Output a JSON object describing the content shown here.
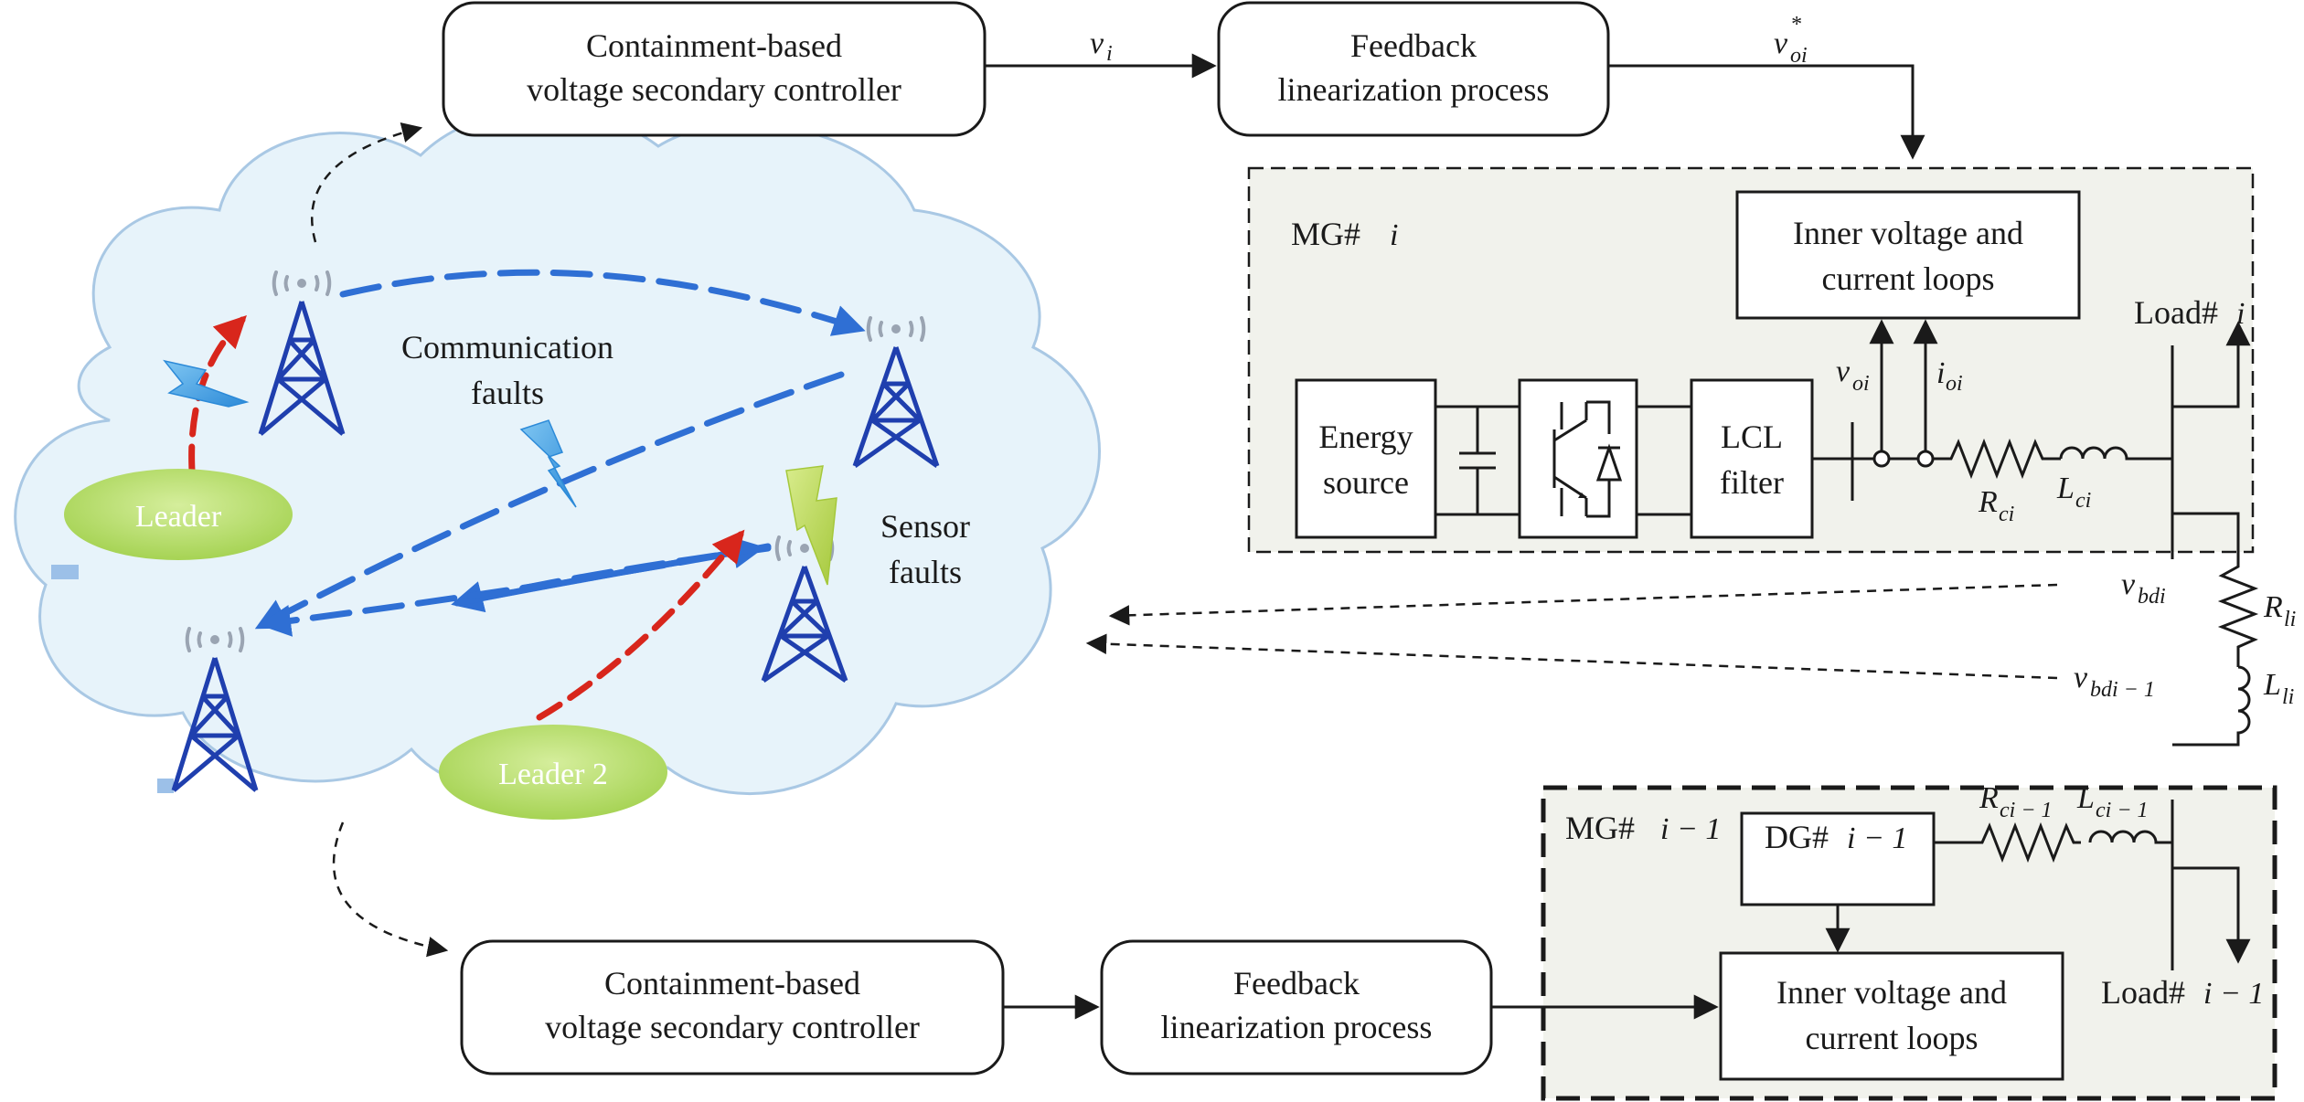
{
  "top_controller": {
    "line1": "Containment-based",
    "line2": "voltage secondary controller"
  },
  "top_feedback": {
    "line1": "Feedback",
    "line2": "linearization process"
  },
  "bottom_controller": {
    "line1": "Containment-based",
    "line2": "voltage secondary controller"
  },
  "bottom_feedback": {
    "line1": "Feedback",
    "line2": "linearization process"
  },
  "signals": {
    "vi": {
      "main": "v",
      "sub": "i"
    },
    "voi_star": {
      "main": "v",
      "sup": "*",
      "sub": "oi"
    },
    "voi": {
      "main": "v",
      "sub": "oi"
    },
    "ioi": {
      "main": "i",
      "sub": "oi"
    },
    "vbdi": {
      "main": "v",
      "sub": "bdi"
    },
    "vbdi1": {
      "main": "v",
      "sub": "bdi − 1"
    }
  },
  "mg_i": {
    "title": "MG#",
    "title_var": "i",
    "inner_loops": {
      "line1": "Inner voltage and",
      "line2": "current loops"
    },
    "energy_source": {
      "line1": "Energy",
      "line2": "source"
    },
    "lcl_filter": {
      "line1": "LCL",
      "line2": "filter"
    },
    "rci": {
      "main": "R",
      "sub": "ci"
    },
    "lci": {
      "main": "L",
      "sub": "ci"
    },
    "load": {
      "text": "Load#",
      "var": "i"
    }
  },
  "line": {
    "rli": {
      "main": "R",
      "sub": "li"
    },
    "lli": {
      "main": "L",
      "sub": "li"
    }
  },
  "mg_i1": {
    "title": "MG#",
    "title_var": "i − 1",
    "dg": {
      "text": "DG#",
      "var": "i − 1"
    },
    "rci1": {
      "main": "R",
      "sub": "ci − 1"
    },
    "lci1": {
      "main": "L",
      "sub": "ci − 1"
    },
    "inner_loops": {
      "line1": "Inner voltage and",
      "line2": "current loops"
    },
    "load": {
      "text": "Load#",
      "var": "i − 1"
    }
  },
  "cloud": {
    "leader1": "Leader",
    "leader2": "Leader 2",
    "comm_faults": {
      "line1": "Communication",
      "line2": "faults"
    },
    "sensor_faults": {
      "line1": "Sensor",
      "line2": "faults"
    }
  },
  "colors": {
    "cloud_fill": "#e7f3fa",
    "cloud_stroke": "#a9c8e4",
    "mg_fill": "#f1f2ec",
    "leader_fill": "#b6dc6a",
    "comm_dash": "#2f6fd4",
    "fault_dash": "#d8261c",
    "tower": "#1f3fae"
  }
}
